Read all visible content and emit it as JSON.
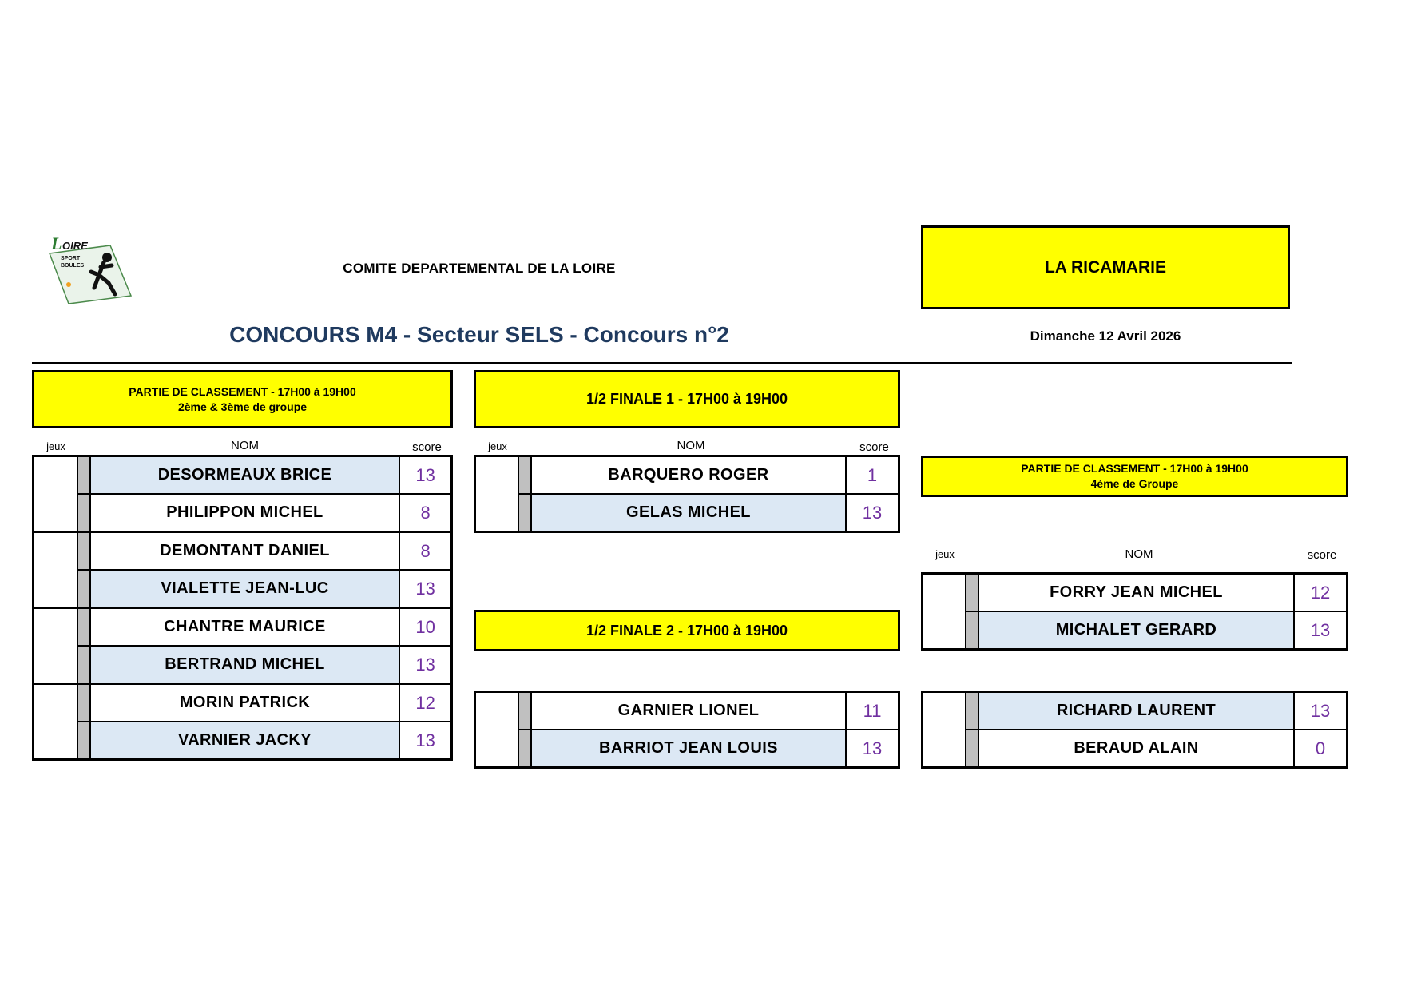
{
  "header": {
    "logo": {
      "text_main": "LOIRE",
      "text_sub": "SPORT BOULES"
    },
    "organization": "COMITE DEPARTEMENTAL DE LA LOIRE",
    "venue": "LA RICAMARIE",
    "title": "CONCOURS M4 - Secteur SELS - Concours n°2",
    "date": "Dimanche 12 Avril 2026"
  },
  "colors": {
    "banner": "#ffff00",
    "title": "#1f3a5f",
    "score": "#7030a0",
    "winner_row": "#dce8f4",
    "bar": "#c0c0c0"
  },
  "column_labels": {
    "games": "jeux",
    "name": "NOM",
    "score": "score"
  },
  "classement": {
    "banner_line1": "PARTIE DE CLASSEMENT - 17H00 à 19H00",
    "banner_line2": "2ème & 3ème de groupe",
    "matches": [
      {
        "players": [
          {
            "name": "DESORMEAUX BRICE",
            "score": "13",
            "winner": true
          },
          {
            "name": "PHILIPPON MICHEL",
            "score": "8",
            "winner": false
          }
        ]
      },
      {
        "players": [
          {
            "name": "DEMONTANT DANIEL",
            "score": "8",
            "winner": false
          },
          {
            "name": "VIALETTE JEAN-LUC",
            "score": "13",
            "winner": true
          }
        ]
      },
      {
        "players": [
          {
            "name": "CHANTRE MAURICE",
            "score": "10",
            "winner": false
          },
          {
            "name": "BERTRAND MICHEL",
            "score": "13",
            "winner": true
          }
        ]
      },
      {
        "players": [
          {
            "name": "MORIN PATRICK",
            "score": "12",
            "winner": false
          },
          {
            "name": "VARNIER JACKY",
            "score": "13",
            "winner": true
          }
        ]
      }
    ]
  },
  "semi1": {
    "banner": "1/2 FINALE 1 - 17H00 à 19H00",
    "players": [
      {
        "name": "BARQUERO ROGER",
        "score": "1",
        "winner": false
      },
      {
        "name": "GELAS MICHEL",
        "score": "13",
        "winner": true
      }
    ]
  },
  "semi2": {
    "banner": "1/2 FINALE 2 - 17H00 à 19H00",
    "players": [
      {
        "name": "GARNIER LIONEL",
        "score": "11",
        "winner": false
      },
      {
        "name": "BARRIOT JEAN LOUIS",
        "score": "13",
        "winner": true
      }
    ]
  },
  "classement4": {
    "banner_line1": "PARTIE DE CLASSEMENT - 17H00 à 19H00",
    "banner_line2": "4ème de Groupe",
    "matches": [
      {
        "players": [
          {
            "name": "FORRY JEAN MICHEL",
            "score": "12",
            "winner": false
          },
          {
            "name": "MICHALET GERARD",
            "score": "13",
            "winner": true
          }
        ]
      },
      {
        "players": [
          {
            "name": "RICHARD LAURENT",
            "score": "13",
            "winner": true
          },
          {
            "name": "BERAUD ALAIN",
            "score": "0",
            "winner": false
          }
        ]
      }
    ]
  }
}
